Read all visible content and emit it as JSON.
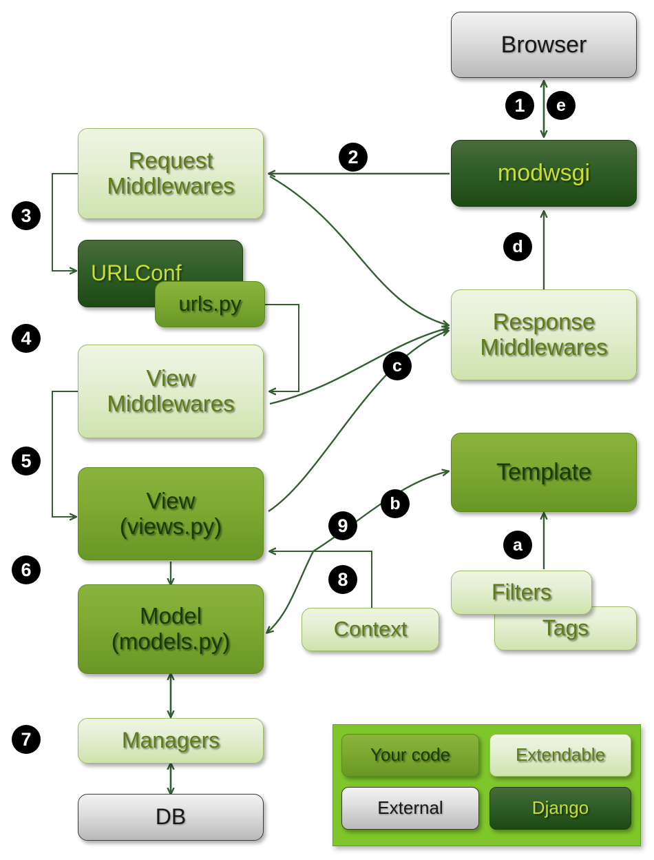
{
  "title": "Django request/response flow",
  "colors": {
    "extendable": "#dcebc2",
    "your_code": "#7fab32",
    "django": "#2f5e26",
    "external": "#dcdcdc",
    "legend_bg": "#7ec62a",
    "arrow": "#355c33",
    "badge_bg": "#000000",
    "django_text": "#c9dd33",
    "extendable_text": "#5d7d16"
  },
  "nodes": {
    "browser": {
      "label": "Browser",
      "kind": "External"
    },
    "modwsgi": {
      "label": "modwsgi",
      "kind": "Django"
    },
    "request_middlewares": {
      "label": "Request\nMiddlewares",
      "kind": "Extendable"
    },
    "urlconf": {
      "label": "URLConf",
      "kind": "Django"
    },
    "urls_py": {
      "label": "urls.py",
      "kind": "Your code"
    },
    "view_middlewares": {
      "label": "View\nMiddlewares",
      "kind": "Extendable"
    },
    "view": {
      "label": "View\n(views.py)",
      "kind": "Your code"
    },
    "model": {
      "label": "Model\n(models.py)",
      "kind": "Your code"
    },
    "managers": {
      "label": "Managers",
      "kind": "Extendable"
    },
    "db": {
      "label": "DB",
      "kind": "External"
    },
    "response_middlewares": {
      "label": "Response\nMiddlewares",
      "kind": "Extendable"
    },
    "template": {
      "label": "Template",
      "kind": "Your code"
    },
    "filters": {
      "label": "Filters",
      "kind": "Extendable"
    },
    "tags": {
      "label": "Tags",
      "kind": "Extendable"
    },
    "context": {
      "label": "Context",
      "kind": "Extendable"
    }
  },
  "badges": {
    "b1": "1",
    "b2": "2",
    "b3": "3",
    "b4": "4",
    "b5": "5",
    "b6": "6",
    "b7": "7",
    "b8": "8",
    "b9": "9",
    "ba": "a",
    "bb": "b",
    "bc": "c",
    "bd": "d",
    "be": "e"
  },
  "legend": {
    "your_code": "Your code",
    "extendable": "Extendable",
    "external": "External",
    "django": "Django"
  }
}
